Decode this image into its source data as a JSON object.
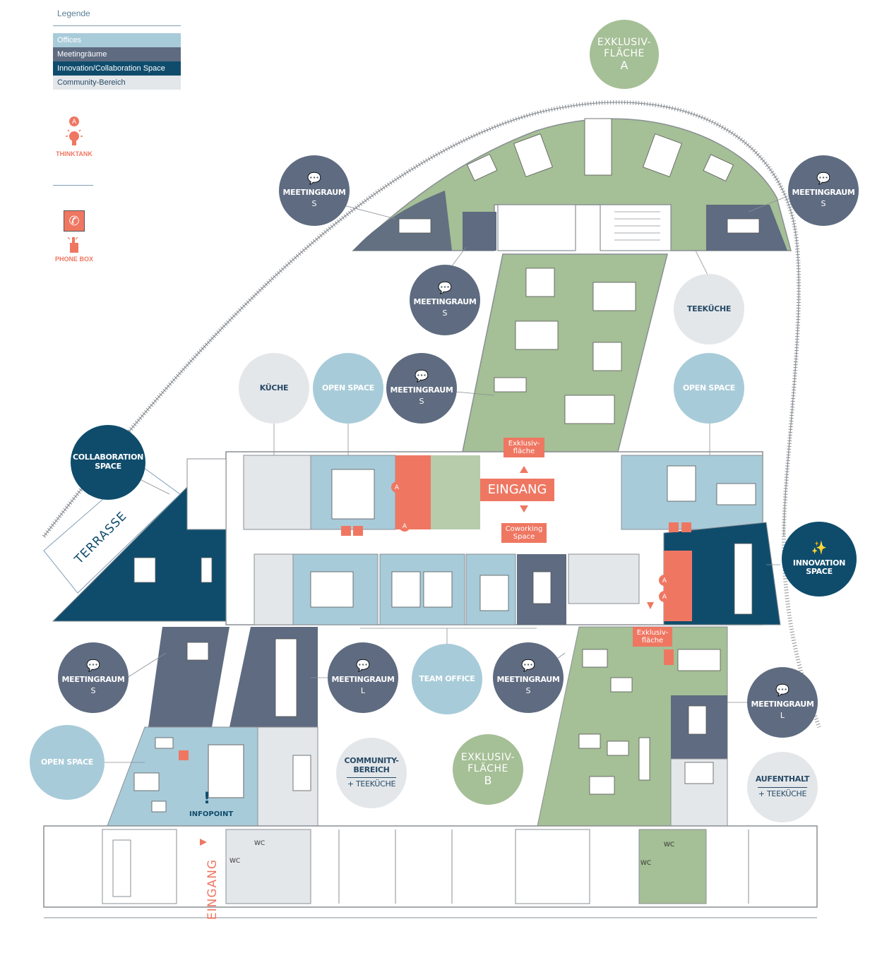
{
  "legend": {
    "title": "Legende",
    "items": [
      {
        "label": "Offices",
        "color": "#a8cbd9",
        "text_color": "#ffffff"
      },
      {
        "label": "Meetingräume",
        "color": "#5e6b80",
        "text_color": "#ffffff"
      },
      {
        "label": "Innovation/Collaboration Space",
        "color": "#0f4c6c",
        "text_color": "#ffffff"
      },
      {
        "label": "Community-Bereich",
        "color": "#e4e7ea",
        "text_color": "#274b67"
      }
    ],
    "thinktank": {
      "badge": "A",
      "label": "THINKTANK",
      "icon": "lightbulb-icon"
    },
    "phonebox": {
      "label": "PHONE BOX",
      "icon": "phone-icon"
    }
  },
  "colors": {
    "offices": "#a8cbd9",
    "meeting": "#5e6b80",
    "collab": "#0f4c6c",
    "community": "#e4e7ea",
    "exclusive": "#a5bf96",
    "accent": "#ef7762",
    "wall": "#8a8f94"
  },
  "callouts": {
    "exkl_a": {
      "line1": "EXKLUSIV-",
      "line2": "FLÄCHE",
      "line3": "A"
    },
    "meet_topleft": {
      "label": "MEETINGRAUM",
      "size": "S"
    },
    "meet_topright": {
      "label": "MEETINGRAUM",
      "size": "S"
    },
    "meet_mid": {
      "label": "MEETINGRAUM",
      "size": "S"
    },
    "teekueche": {
      "label": "TEEKÜCHE"
    },
    "kueche": {
      "label": "KÜCHE"
    },
    "open_left": {
      "label": "OPEN SPACE"
    },
    "meet_center": {
      "label": "MEETINGRAUM",
      "size": "S"
    },
    "open_right": {
      "label": "OPEN SPACE"
    },
    "collab": {
      "line1": "COLLABORATION",
      "line2": "SPACE"
    },
    "innovation": {
      "line1": "INNOVATION",
      "line2": "SPACE",
      "icon": "magic-wand-icon"
    },
    "meet_lowleft": {
      "label": "MEETINGRAUM",
      "size": "S"
    },
    "meet_large": {
      "label": "MEETINGRAUM",
      "size": "L"
    },
    "team_office": {
      "label": "TEAM OFFICE"
    },
    "meet_lowmid": {
      "label": "MEETINGRAUM",
      "size": "S"
    },
    "meet_lowright": {
      "label": "MEETINGRAUM",
      "size": "L"
    },
    "open_bottom": {
      "label": "OPEN SPACE"
    },
    "community": {
      "line1": "COMMUNITY-",
      "line2": "BEREICH",
      "line3": "+ TEEKÜCHE"
    },
    "exkl_b": {
      "line1": "EXKLUSIV-",
      "line2": "FLÄCHE",
      "line3": "B"
    },
    "aufenthalt": {
      "line1": "AUFENTHALT",
      "line2": "+ TEEKÜCHE"
    }
  },
  "signs": {
    "exkl_top": "Exklusiv-fläche",
    "eingang_main": "EINGANG",
    "coworking": "Coworking Space",
    "exkl_right": "Exklusiv-fläche"
  },
  "labels": {
    "terrasse": "TERRASSE",
    "infopoint": "INFOPOINT",
    "eingang_bottom": "EINGANG",
    "wc": "WC",
    "thinktank_badge": "A"
  }
}
